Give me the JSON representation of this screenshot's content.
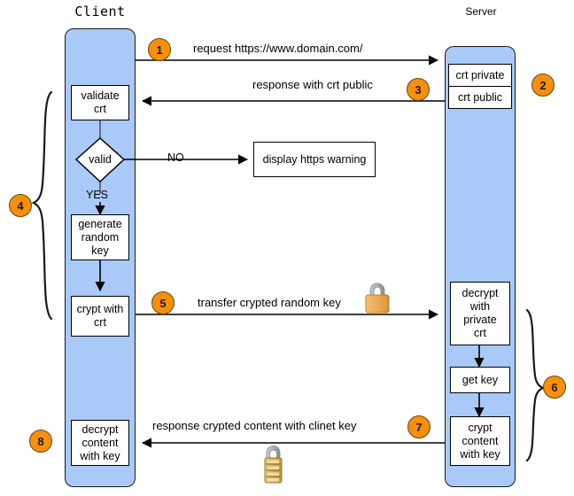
{
  "diagram": {
    "title_client": "Client",
    "title_server": "Server",
    "lanes": [
      {
        "name": "client",
        "label": "Client"
      },
      {
        "name": "server",
        "label": "Server"
      }
    ],
    "client_nodes": [
      {
        "id": "validate-crt",
        "label": "validate\ncrt"
      },
      {
        "id": "valid-decision",
        "label": "valid"
      },
      {
        "id": "generate-random-key",
        "label": "generate\nrandom\nkey"
      },
      {
        "id": "crypt-with-crt",
        "label": "crypt with\ncrt"
      },
      {
        "id": "decrypt-content-with-key",
        "label": "decrypt\ncontent\nwith key"
      }
    ],
    "external_nodes": [
      {
        "id": "display-https-warning",
        "label": "display https warning"
      }
    ],
    "server_nodes": [
      {
        "id": "crt-private",
        "label": "crt private"
      },
      {
        "id": "crt-public",
        "label": "crt public"
      },
      {
        "id": "decrypt-with-private-crt",
        "label": "decrypt\nwith\nprivate\ncrt"
      },
      {
        "id": "get-key",
        "label": "get key"
      },
      {
        "id": "crypt-content-with-key",
        "label": "crypt\ncontent\nwith key"
      }
    ],
    "branch_labels": {
      "no": "NO",
      "yes": "YES"
    },
    "messages": [
      {
        "id": "msg-1",
        "label": "request https://www.domain.com/",
        "direction": "client-to-server"
      },
      {
        "id": "msg-3",
        "label": "response with crt public",
        "direction": "server-to-client"
      },
      {
        "id": "msg-5",
        "label": "transfer crypted random key",
        "direction": "client-to-server"
      },
      {
        "id": "msg-7",
        "label": "response crypted content with clinet key",
        "direction": "server-to-client"
      }
    ],
    "steps": [
      {
        "n": "1"
      },
      {
        "n": "2"
      },
      {
        "n": "3"
      },
      {
        "n": "4"
      },
      {
        "n": "5"
      },
      {
        "n": "6"
      },
      {
        "n": "7"
      },
      {
        "n": "8"
      }
    ],
    "icons": [
      {
        "id": "padlock-closed-icon",
        "name": "padlock-closed-icon"
      },
      {
        "id": "padlock-combination-icon",
        "name": "padlock-combination-icon"
      }
    ],
    "colors": {
      "lane_fill": "#a9caf8",
      "step_circle": "#f68f0c",
      "node_fill": "#ffffff",
      "stroke": "#000000",
      "padlock_body": "#e8a33d",
      "padlock_shackle": "#9aa0a6"
    }
  }
}
